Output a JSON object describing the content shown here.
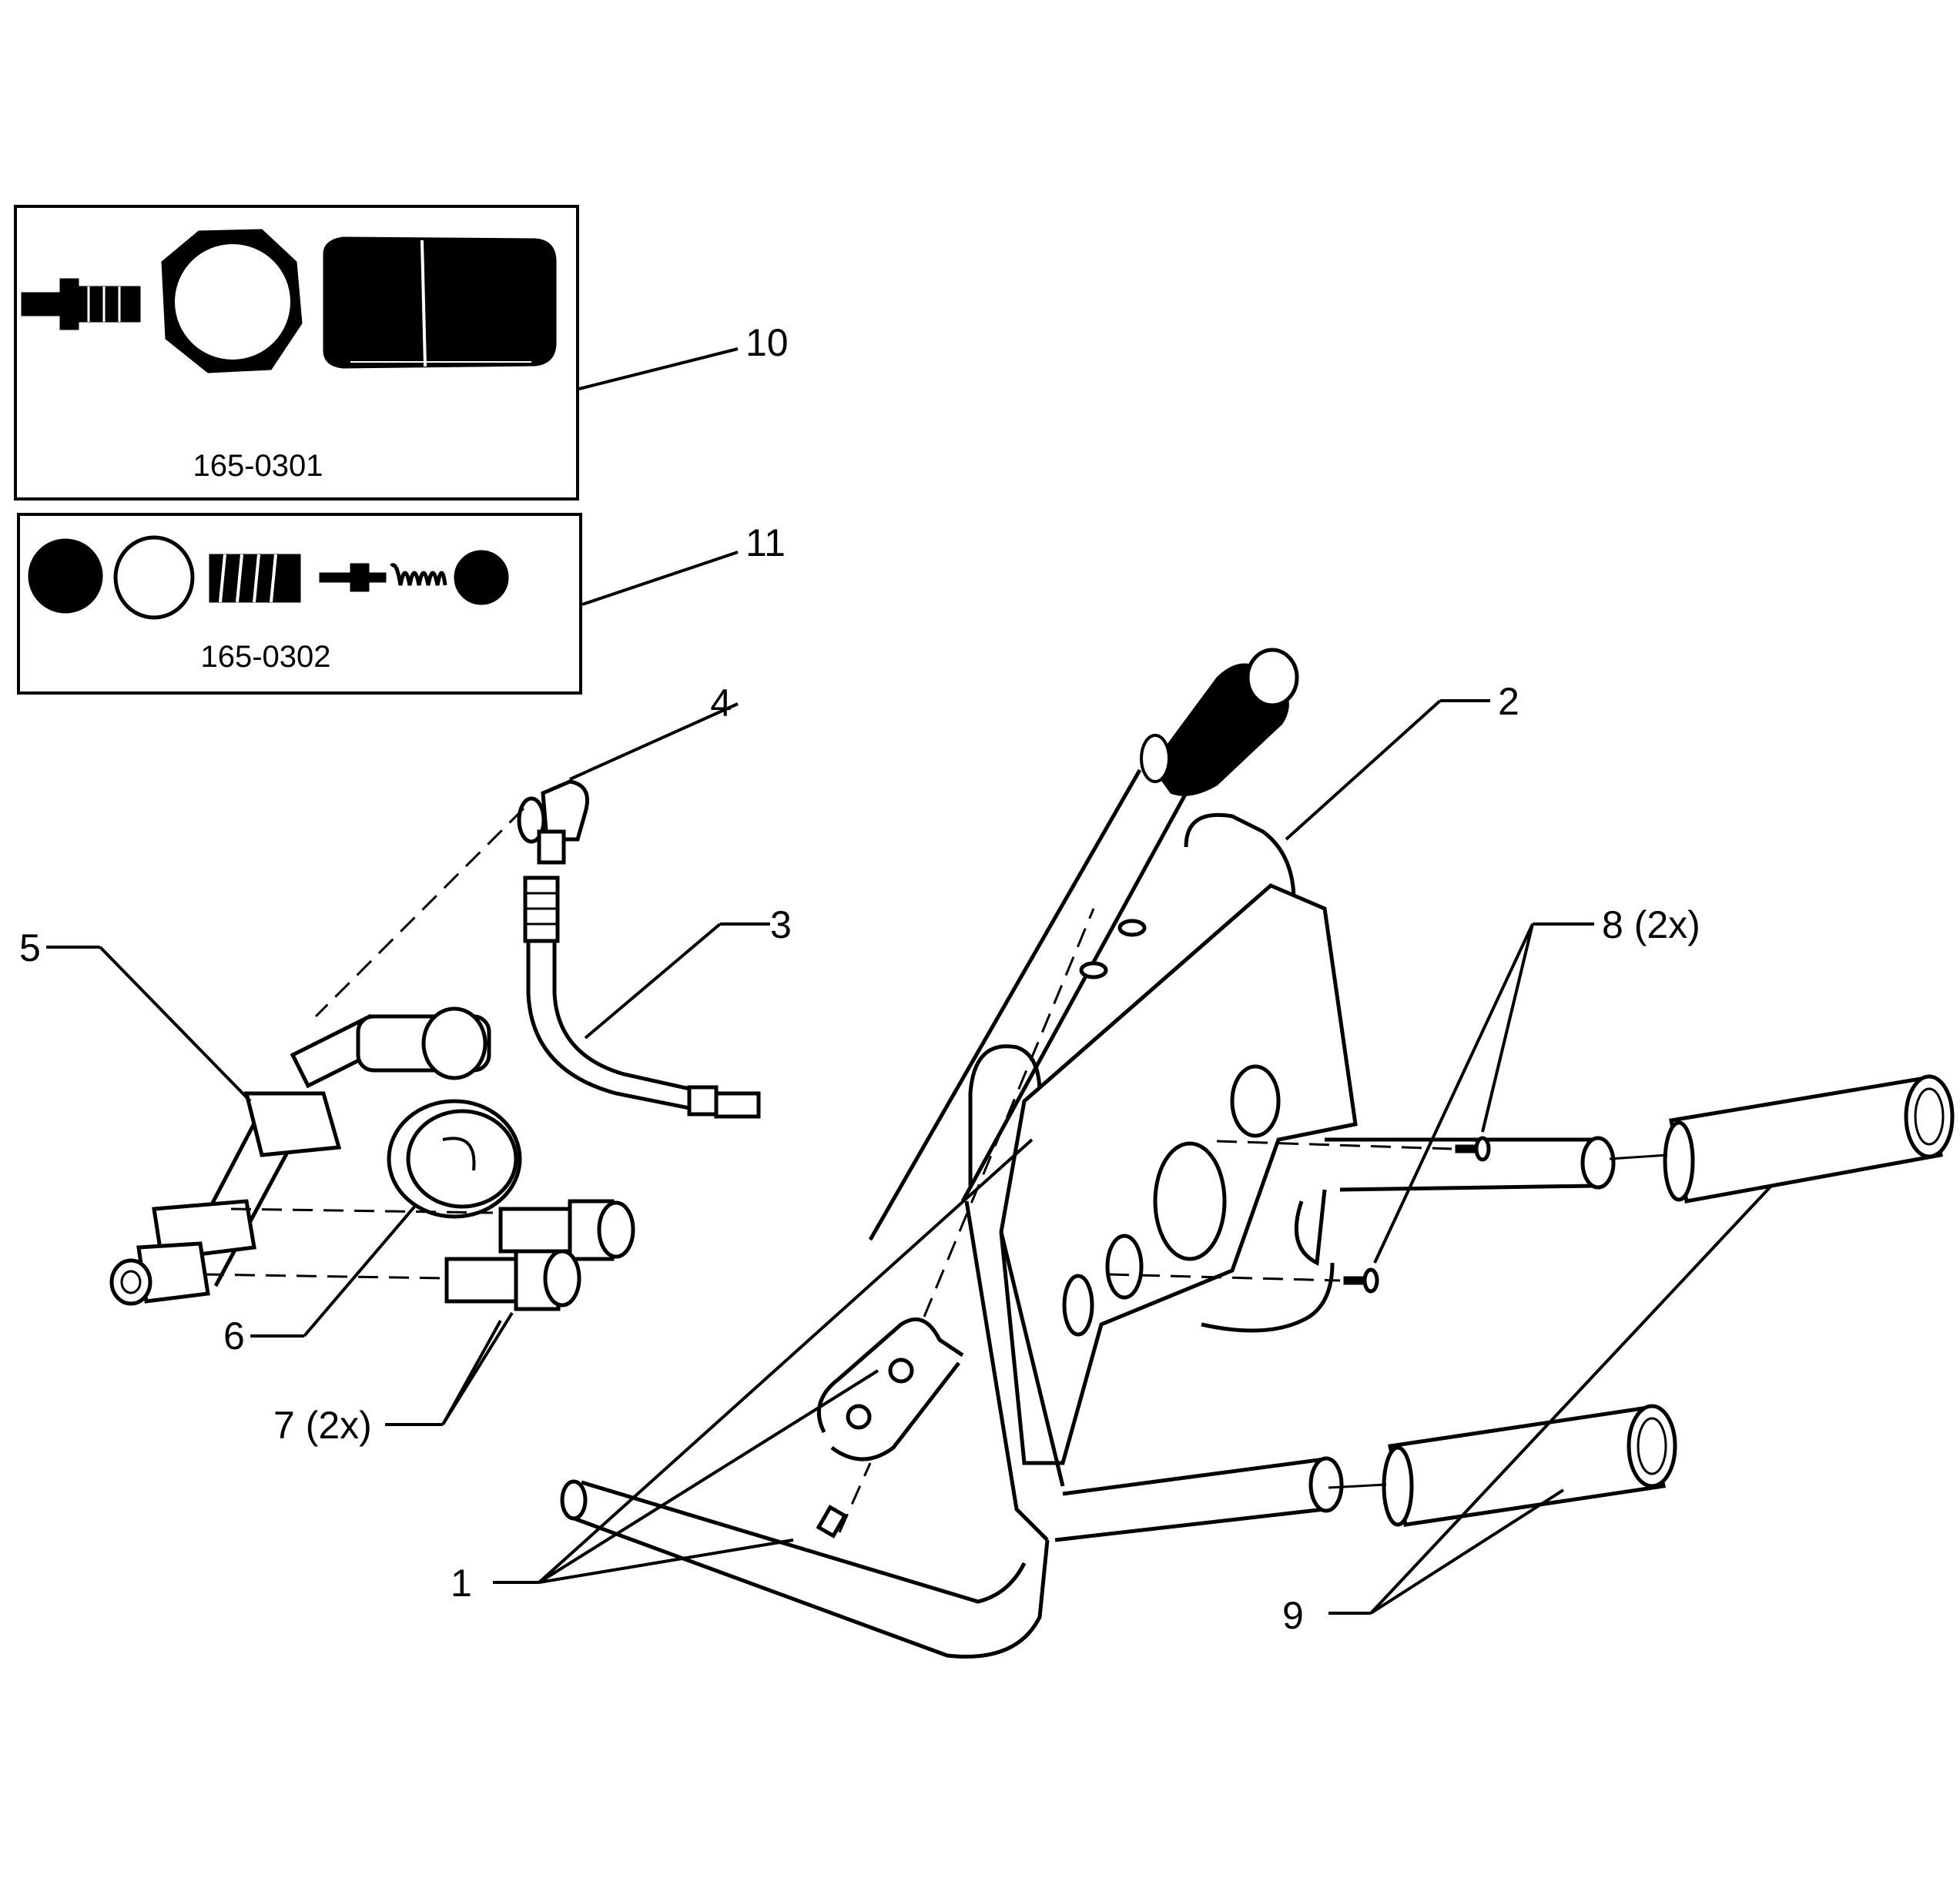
{
  "kits": [
    {
      "callout": "10",
      "part_number": "165-0301"
    },
    {
      "callout": "11",
      "part_number": "165-0302"
    }
  ],
  "callouts": {
    "c1": "1",
    "c2": "2",
    "c3": "3",
    "c4": "4",
    "c5": "5",
    "c6": "6",
    "c7": "7 (2x)",
    "c8": "8 (2x)",
    "c9": "9"
  },
  "colors": {
    "ink": "#000000",
    "paper": "#ffffff"
  }
}
